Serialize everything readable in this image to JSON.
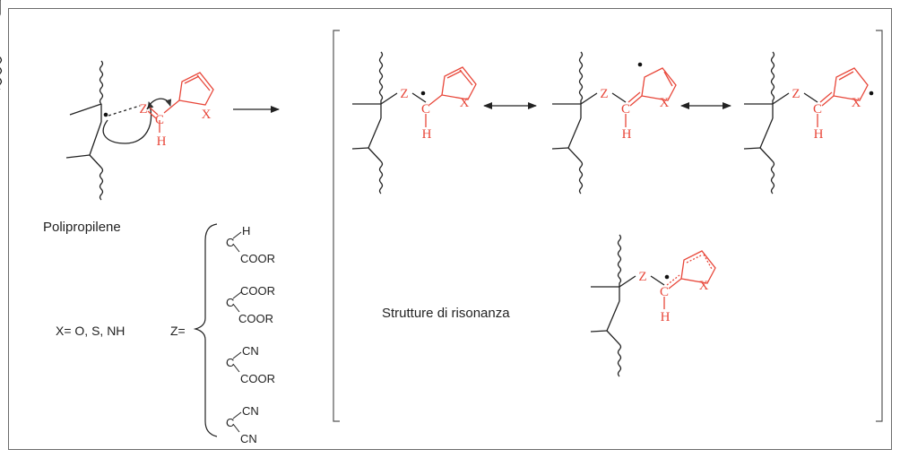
{
  "labels": {
    "polymer": "Polipropilene",
    "x_definition": "X= O, S, NH",
    "z_prefix": "Z=",
    "resonance": "Strutture di risonanza"
  },
  "atoms": {
    "z": "Z",
    "c": "C",
    "h": "H",
    "x": "X"
  },
  "z_options": [
    {
      "c": "C",
      "top": "H",
      "bottom": "COOR"
    },
    {
      "c": "C",
      "top": "COOR",
      "bottom": "COOR"
    },
    {
      "c": "C",
      "top": "CN",
      "bottom": "COOR"
    },
    {
      "c": "C",
      "top": "CN",
      "bottom": "CN"
    }
  ],
  "colors": {
    "black": "#222222",
    "red": "#e8473a",
    "frame": "#6b6b6b"
  }
}
